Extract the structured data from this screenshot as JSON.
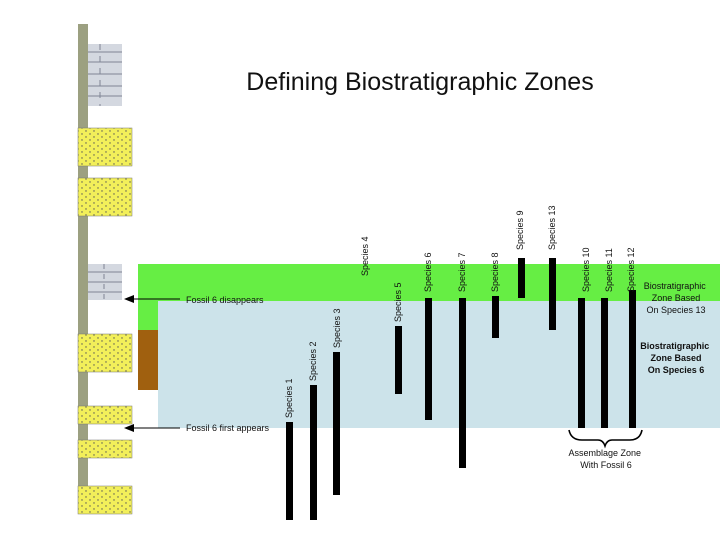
{
  "title": "Defining Biostratigraphic Zones",
  "species_labels": [
    "Species 1",
    "Species 2",
    "Species 3",
    "Species 4",
    "Species 5",
    "Species 6",
    "Species 7",
    "Species 8",
    "Species 9",
    "Species 13",
    "Species 10",
    "Species 11",
    "Species 12"
  ],
  "events": {
    "disappears": "Fossil 6 disappears",
    "first_appears": "Fossil 6 first appears"
  },
  "zones": {
    "species13_zone": "Biostratigraphic Zone Based On Species 13",
    "species6_zone": "Biostratigraphic Zone Based On Species 6",
    "assemblage_zone": "Assemblage Zone With Fossil 6"
  },
  "colors": {
    "green_zone": "#66ee44",
    "blue_zone": "#cce3ea",
    "brown_zone": "#a0600f",
    "sand": "#f2ef5a",
    "column_gray": "#9ca081",
    "limestone_gray": "#d4d8e0",
    "range_bar": "#000000"
  }
}
